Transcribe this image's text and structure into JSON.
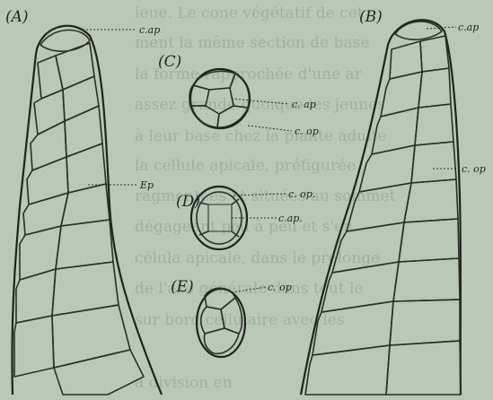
{
  "background_text_lines": [
    "ieue. Le cone végétatif de cet",
    "ment la même section de base",
    "la forme rapprochée d'une ar",
    "assez grande quoique les jeunes",
    "à leur base chez la plante adulte",
    "la cellule apicale, préfigurée",
    "ragmentées et situées au sommet",
    "dégageant peu à peu et s'en",
    "célula apicale, dans le prolonge",
    "de l'axe générale dans tout le",
    "sur bord cellulaire avec les",
    "a division en"
  ],
  "figure": {
    "panels": {
      "A": "(A)",
      "B": "(B)",
      "C": "(C)",
      "D": "(D)",
      "E": "(E)"
    },
    "labels": {
      "a_cap": "c.ap",
      "a_ep": "Ep",
      "b_cap": "c.ap",
      "b_cop": "c. op",
      "c_cap": "c. ap",
      "c_cop": "c. op",
      "d_cop": "c. op.",
      "d_cap": "c.ap.",
      "e_cop": "c. op"
    }
  }
}
